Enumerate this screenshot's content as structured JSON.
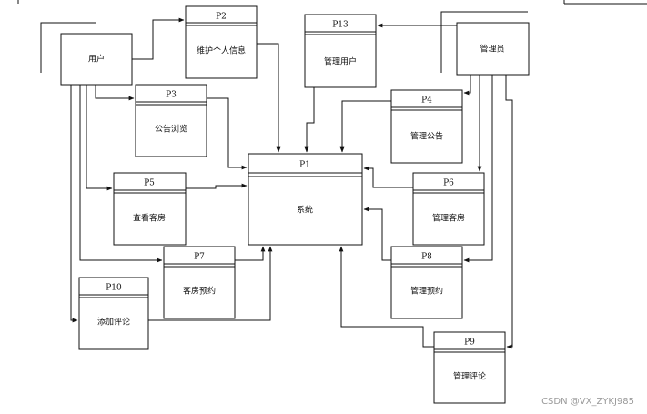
{
  "colors": {
    "stroke": "#111111",
    "background": "#ffffff",
    "watermark": "#9a9a9a"
  },
  "entities": {
    "user": "用户",
    "admin": "管理员"
  },
  "processes": {
    "p1": {
      "id": "P1",
      "label": "系统"
    },
    "p2": {
      "id": "P2",
      "label": "维护个人信息"
    },
    "p3": {
      "id": "P3",
      "label": "公告浏览"
    },
    "p4": {
      "id": "P4",
      "label": "管理公告"
    },
    "p5": {
      "id": "P5",
      "label": "查看客房"
    },
    "p6": {
      "id": "P6",
      "label": "管理客房"
    },
    "p7": {
      "id": "P7",
      "label": "客房预约"
    },
    "p8": {
      "id": "P8",
      "label": "管理预约"
    },
    "p9": {
      "id": "P9",
      "label": "管理评论"
    },
    "p10": {
      "id": "P10",
      "label": "添加评论"
    },
    "p13": {
      "id": "P13",
      "label": "管理用户"
    }
  },
  "watermark": "CSDN @VX_ZYKJ985"
}
